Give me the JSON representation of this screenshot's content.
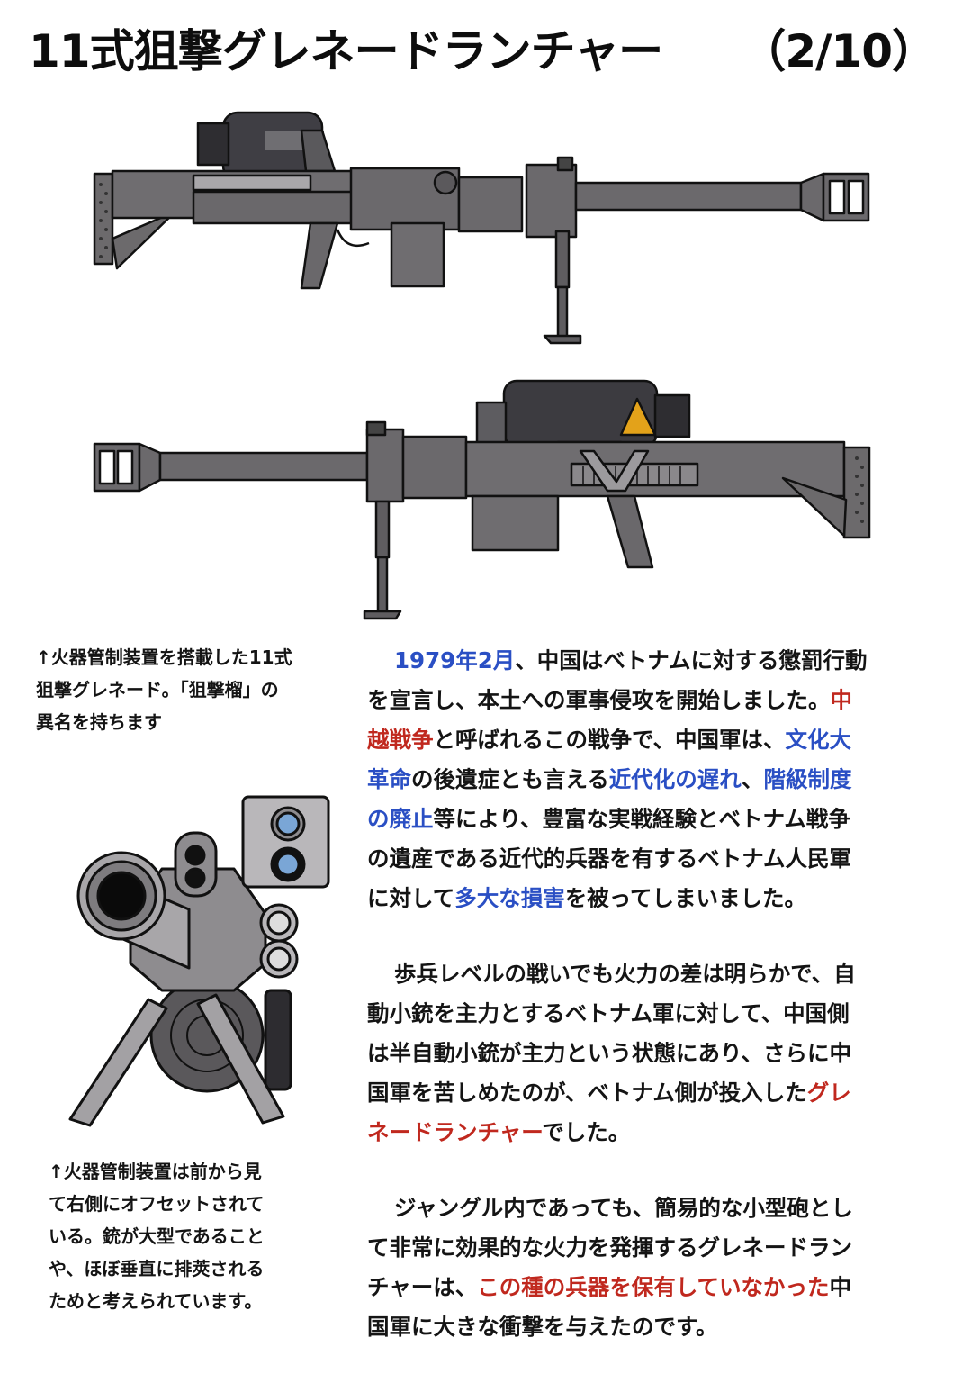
{
  "header": {
    "title": "11式狙撃グレネードランチャー",
    "page_indicator": "（2/10）"
  },
  "colors": {
    "text": "#141414",
    "highlight_blue": "#2a4fc4",
    "highlight_red": "#c0281e",
    "weapon_gray": "#6b696b",
    "weapon_dark": "#3a3a3e",
    "lens_blue": "#7aa6d6",
    "warning_label": "#e3a21a"
  },
  "illustrations": {
    "side_view_right": "grenade-launcher-side-view-facing-right",
    "side_view_left": "grenade-launcher-side-view-facing-left",
    "front_view": "grenade-launcher-front-view-on-bipod"
  },
  "captions": {
    "top": {
      "lines": [
        "↑火器管制装置を搭載した11式",
        "狙撃グレネード。「狙撃榴」の",
        "異名を持ちます"
      ]
    },
    "bottom": {
      "lines": [
        "↑火器管制装置は前から見",
        "て右側にオフセットされて",
        "いる。銃が大型であること",
        "や、ほぼ垂直に排莢される",
        "ためと考えられています。"
      ]
    }
  },
  "article": {
    "paragraphs": [
      {
        "lines": [
          [
            {
              "t": "1979年2月",
              "c": "blue"
            },
            {
              "t": "、中国はベトナムに対する懲罰行動"
            }
          ],
          [
            {
              "t": "を宣言し、本土への軍事侵攻を開始しました。"
            },
            {
              "t": "中",
              "c": "red"
            }
          ],
          [
            {
              "t": "越戦争",
              "c": "red"
            },
            {
              "t": "と呼ばれるこの戦争で、中国軍は、"
            },
            {
              "t": "文化大",
              "c": "blue"
            }
          ],
          [
            {
              "t": "革命",
              "c": "blue"
            },
            {
              "t": "の後遺症とも言える"
            },
            {
              "t": "近代化の遅れ",
              "c": "blue"
            },
            {
              "t": "、"
            },
            {
              "t": "階級制度",
              "c": "blue"
            }
          ],
          [
            {
              "t": "の廃止",
              "c": "blue"
            },
            {
              "t": "等により、豊富な実戦経験とベトナム戦争"
            }
          ],
          [
            {
              "t": "の遺産である近代的兵器を有するベトナム人民軍"
            }
          ],
          [
            {
              "t": "に対して"
            },
            {
              "t": "多大な損害",
              "c": "blue"
            },
            {
              "t": "を被ってしまいました。"
            }
          ]
        ]
      },
      {
        "lines": [
          [
            {
              "t": "歩兵レベルの戦いでも火力の差は明らかで、自"
            }
          ],
          [
            {
              "t": "動小銃を主力とするベトナム軍に対して、中国側"
            }
          ],
          [
            {
              "t": "は半自動小銃が主力という状態にあり、さらに中"
            }
          ],
          [
            {
              "t": "国軍を苦しめたのが、ベトナム側が投入した"
            },
            {
              "t": "グレ",
              "c": "red"
            }
          ],
          [
            {
              "t": "ネードランチャー",
              "c": "red"
            },
            {
              "t": "でした。"
            }
          ]
        ]
      },
      {
        "lines": [
          [
            {
              "t": "ジャングル内であっても、簡易的な小型砲とし"
            }
          ],
          [
            {
              "t": "て非常に効果的な火力を発揮するグレネードラン"
            }
          ],
          [
            {
              "t": "チャーは、"
            },
            {
              "t": "この種の兵器を保有していなかった",
              "c": "red"
            },
            {
              "t": "中"
            }
          ],
          [
            {
              "t": "国軍に大きな衝撃を与えたのです。"
            }
          ]
        ]
      }
    ]
  }
}
